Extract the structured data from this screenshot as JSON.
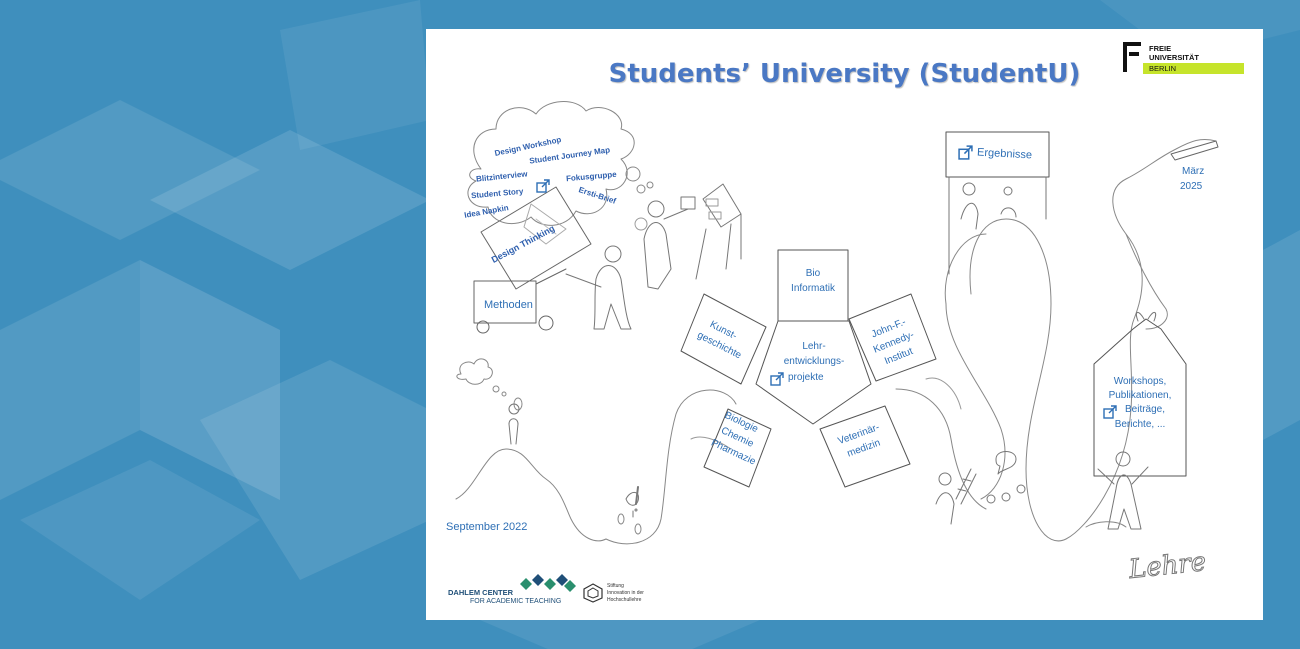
{
  "title": "Students’ University (StudentU)",
  "logo": {
    "line1": "FREIE",
    "line2": "UNIVERSITÄT",
    "line3": "BERLIN",
    "accent_color": "#c6e42b"
  },
  "cloud": {
    "items": [
      "Design Workshop",
      "Student Journey Map",
      "Blitzinterview",
      "Fokusgruppe",
      "Student Story",
      "Ersti-Brief",
      "Idea Napkin"
    ],
    "label": "Design Thinking"
  },
  "methoden": "Methoden",
  "start_date": "September 2022",
  "end_date_line1": "März",
  "end_date_line2": "2025",
  "ergebnisse": "Ergebnisse",
  "center": {
    "line1": "Lehr-",
    "line2": "entwicklungs-",
    "line3": "projekte"
  },
  "boxes": {
    "top_line1": "Bio",
    "top_line2": "Informatik",
    "left_line1": "Kunst-",
    "left_line2": "geschichte",
    "right_line1": "John-F.-",
    "right_line2": "Kennedy-",
    "right_line3": "Institut",
    "bl_line1": "Biologie",
    "bl_line2": "Chemie",
    "bl_line3": "Pharmazie",
    "br_line1": "Veterinär-",
    "br_line2": "medizin"
  },
  "bag": {
    "line1": "Workshops,",
    "line2": "Publikationen,",
    "line3": "Beiträge,",
    "line4": "Berichte, ..."
  },
  "lehre": "Lehre",
  "footer": {
    "dct_line1": "DAHLEM CENTER",
    "dct_line2": "FOR ACADEMIC TEACHING",
    "stiftung_line1": "Stiftung",
    "stiftung_line2": "Innovation in der",
    "stiftung_line3": "Hochschullehre"
  },
  "colors": {
    "background": "#3f8fbd",
    "text_blue": "#2e6fb5",
    "title_blue": "#4a78c4"
  }
}
